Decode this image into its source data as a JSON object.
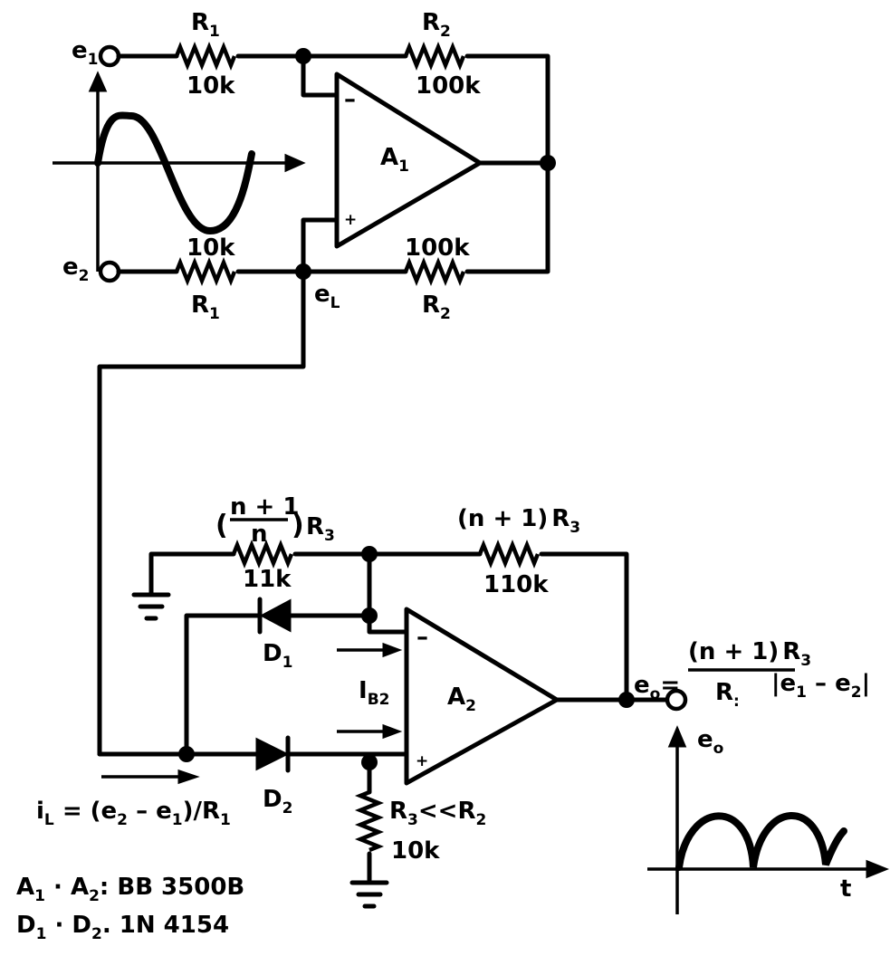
{
  "amp1": {
    "label": "A",
    "sub": "1",
    "minus": "–",
    "plus": "+"
  },
  "amp2": {
    "label": "A",
    "sub": "2",
    "minus": "–",
    "plus": "+"
  },
  "inputs": {
    "e1": {
      "label": "e",
      "sub": "1"
    },
    "e2": {
      "label": "e",
      "sub": "2"
    },
    "eL": {
      "label": "e",
      "sub": "L"
    }
  },
  "resistors": {
    "r1_top": {
      "name": "R",
      "sub": "1",
      "value": "10k"
    },
    "r2_top": {
      "name": "R",
      "sub": "2",
      "value": "100k"
    },
    "r1_bot": {
      "name": "R",
      "sub": "1",
      "value": "10k"
    },
    "r2_bot": {
      "name": "R",
      "sub": "2",
      "value": "100k"
    },
    "r_gnd": {
      "frac_num": "n + 1",
      "frac_den": "n",
      "name": "R",
      "sub": "3",
      "value": "11k"
    },
    "r_fb": {
      "prefix": "(n + 1)",
      "name": "R",
      "sub": "3",
      "value": "110k"
    },
    "r3": {
      "name": "R",
      "sub": "3",
      "cond": "<<R",
      "cond_sub": "2",
      "value": "10k"
    }
  },
  "diodes": {
    "d1": {
      "name": "D",
      "sub": "1"
    },
    "d2": {
      "name": "D",
      "sub": "2"
    }
  },
  "bias_current": {
    "name": "I",
    "sub": "B2"
  },
  "output": {
    "name": "e",
    "sub": "o",
    "eq": "=",
    "num_prefix": "(n + 1)",
    "num_name": "R",
    "num_sub": "3",
    "den_name": "R",
    "den_sub": ":",
    "abs_a": "|e",
    "abs_a_sub": "1",
    "abs_mid": " – e",
    "abs_b_sub": "2",
    "abs_end": "|"
  },
  "current_eq": {
    "a": "i",
    "a_sub": "L",
    "b": " = (e",
    "b_sub": "2",
    "c": " – e",
    "c_sub": "1",
    "d": ")/R",
    "d_sub": "1"
  },
  "graph": {
    "ylabel": "e",
    "ylabel_sub": "o",
    "xlabel": "t"
  },
  "parts": [
    {
      "a": "A",
      "a_sub": "1",
      "b": " · A",
      "b_sub": "2",
      "c": ": BB 3500B"
    },
    {
      "a": "D",
      "a_sub": "1",
      "b": " · D",
      "b_sub": "2",
      "c": ". 1N 4154"
    }
  ]
}
